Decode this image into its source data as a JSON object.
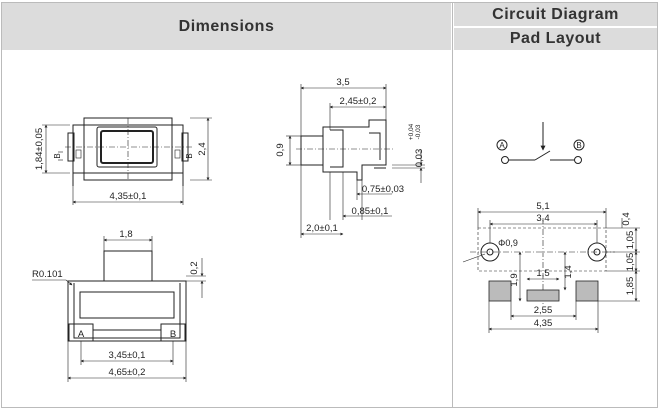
{
  "headers": {
    "dimensions": "Dimensions",
    "circuit_diagram": "Circuit  Diagram",
    "pad_layout": "Pad  Layout"
  },
  "top_view": {
    "width": "4,35±0,1",
    "height_left": "1,84±0,05",
    "height_right": "2,4",
    "pin_label": "B"
  },
  "side_view": {
    "total": "3,5",
    "body": "2,45±0,2",
    "lead": "0,9",
    "plate": "0,03",
    "plate_tol_upper": "+0,04",
    "plate_tol_lower": "-0,03",
    "d1": "0,75±0,03",
    "d2": "0,85±0,1",
    "d3": "2,0±0,1"
  },
  "bottom_view": {
    "actuator": "1,8",
    "radius": "R0.101",
    "thickness": "0,2",
    "pin_a": "A",
    "pin_b": "B",
    "pitch": "3,45±0,1",
    "width": "4,65±0,2"
  },
  "circuit": {
    "terminal_a": "A",
    "terminal_b": "B"
  },
  "pad_layout": {
    "overall": "5,1",
    "inner": "3,4",
    "hole": "Φ0,9",
    "right_top": "0,4",
    "right_mid": "1,05",
    "right_low": "1,05",
    "right_bottom": "1,85",
    "left_height": "1,9",
    "center_w": "1,5",
    "center_h": "1,4",
    "pad_span": "2,55",
    "total": "4,35"
  }
}
